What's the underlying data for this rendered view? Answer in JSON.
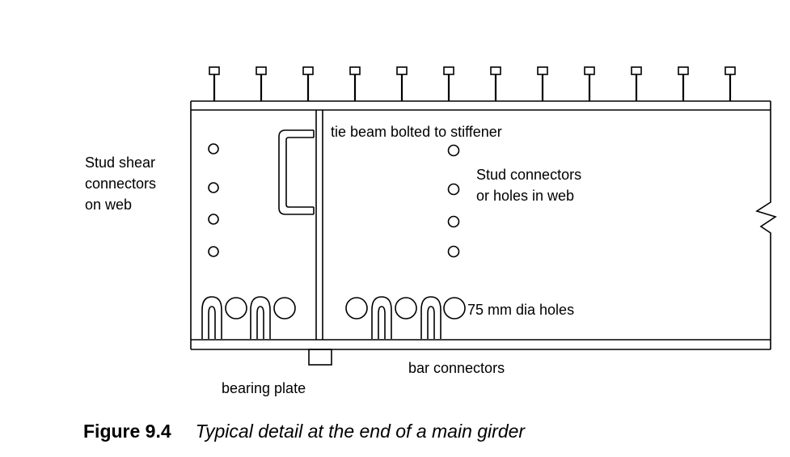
{
  "diagram": {
    "background": "#ffffff",
    "line_color": "#000000",
    "labels": {
      "stud_shear_web": "Stud shear\nconnectors\non web",
      "tie_beam": "tie beam bolted to stiffener",
      "stud_connectors": "Stud connectors\nor holes in web",
      "dia_holes": "75 mm dia holes",
      "bar_connectors": "bar connectors",
      "bearing_plate": "bearing plate"
    }
  },
  "caption": {
    "label": "Figure 9.4",
    "text": "Typical detail at the end of a main girder"
  }
}
